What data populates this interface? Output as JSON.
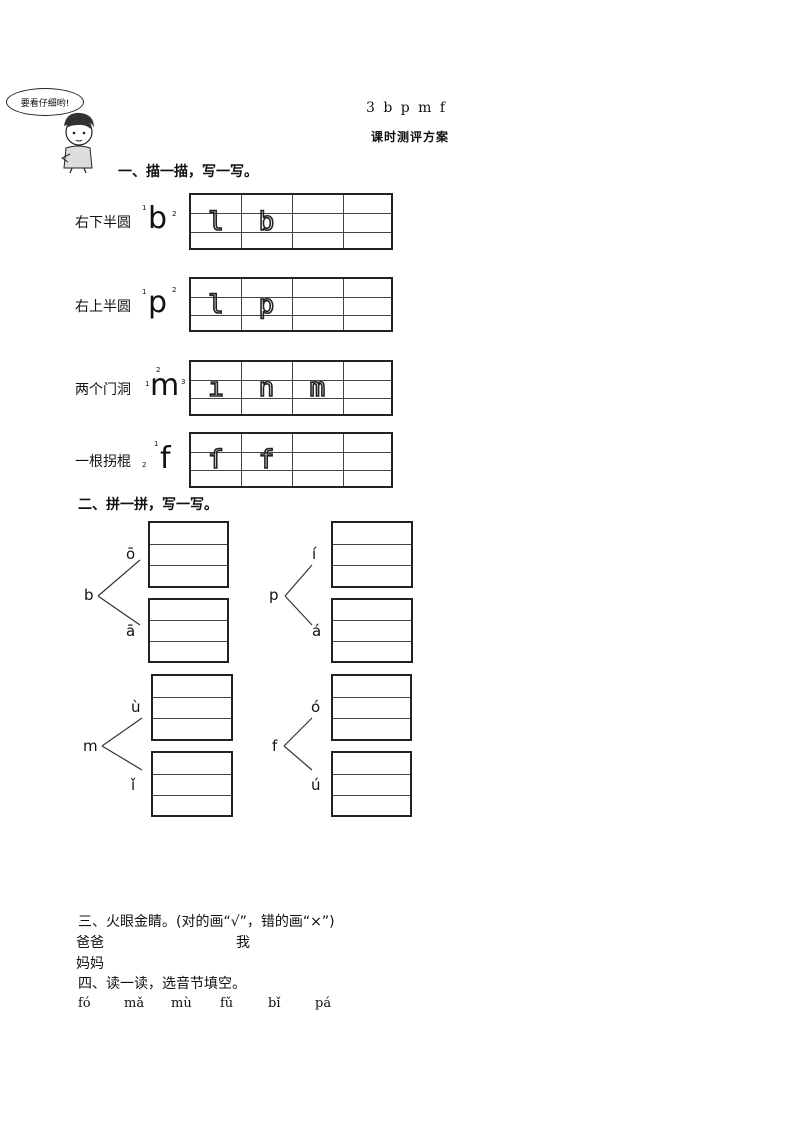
{
  "header": {
    "title": "3  b  p  m  f",
    "subtitle": "课时测评方案",
    "bubble_text": "要看仔细哟!"
  },
  "section1": {
    "heading": "一、描一描，写一写。",
    "rows": [
      {
        "label": "右下半圆",
        "letter": "b",
        "stroke_nums": [
          "1",
          "2"
        ],
        "trace": [
          "l",
          "b"
        ]
      },
      {
        "label": "右上半圆",
        "letter": "p",
        "stroke_nums": [
          "1",
          "2"
        ],
        "trace": [
          "l",
          "p"
        ]
      },
      {
        "label": "两个门洞",
        "letter": "m",
        "stroke_nums": [
          "1",
          "2",
          "3"
        ],
        "trace": [
          "ı",
          "n",
          "m"
        ]
      },
      {
        "label": "一根拐棍",
        "letter": "f",
        "stroke_nums": [
          "1",
          "2"
        ],
        "trace": [
          "ſ",
          "f"
        ]
      }
    ]
  },
  "section2": {
    "heading": "二、拼一拼，写一写。",
    "groups": [
      {
        "initial": "b",
        "finals": [
          "ō",
          "ā"
        ]
      },
      {
        "initial": "p",
        "finals": [
          "í",
          "á"
        ]
      },
      {
        "initial": "m",
        "finals": [
          "ù",
          "ǐ"
        ]
      },
      {
        "initial": "f",
        "finals": [
          "ó",
          "ú"
        ]
      }
    ]
  },
  "section3": {
    "heading": "三、火眼金睛。(对的画“√”，错的画“×”)",
    "words": [
      "爸爸",
      "我",
      "妈妈"
    ]
  },
  "section4": {
    "heading": "四、读一读，选音节填空。",
    "syllables": [
      "fó",
      "mǎ",
      "mù",
      "fǔ",
      "bǐ",
      "pá"
    ]
  }
}
